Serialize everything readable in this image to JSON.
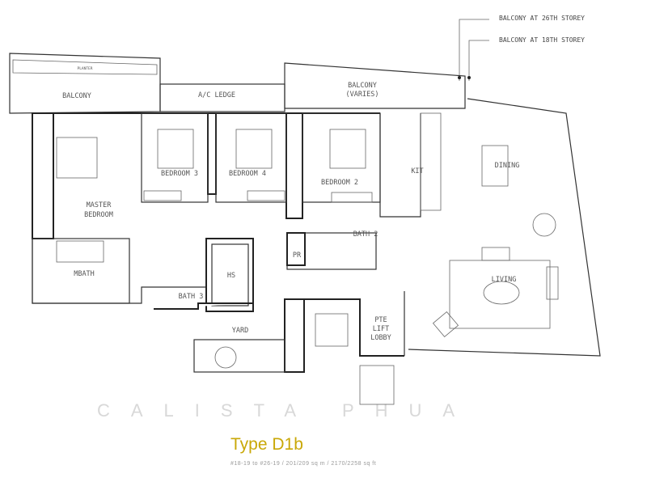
{
  "plan": {
    "notes": [
      "BALCONY AT 26TH STOREY",
      "BALCONY AT 18TH STOREY"
    ],
    "rooms": {
      "planter": "PLANTER",
      "balcony_left": "BALCONY",
      "ac_ledge": "A/C LEDGE",
      "balcony_right_1": "BALCONY",
      "balcony_right_2": "(VARIES)",
      "master_1": "MASTER",
      "master_2": "BEDROOM",
      "bedroom3": "BEDROOM 3",
      "bedroom4": "BEDROOM 4",
      "bedroom2": "BEDROOM 2",
      "kit": "KIT",
      "dining": "DINING",
      "living": "LIVING",
      "mbath": "MBATH",
      "bath3": "BATH 3",
      "hs": "HS",
      "yard": "YARD",
      "pr": "PR",
      "bath2": "BATH 2",
      "lobby_1": "PTE",
      "lobby_2": "LIFT",
      "lobby_3": "LOBBY"
    },
    "watermark": "CALISTA PHUA"
  },
  "unit": {
    "title": "Type D1b",
    "subtitle": "#18-19 to #26-19 / 201/209 sq m / 2170/2258 sq ft"
  }
}
